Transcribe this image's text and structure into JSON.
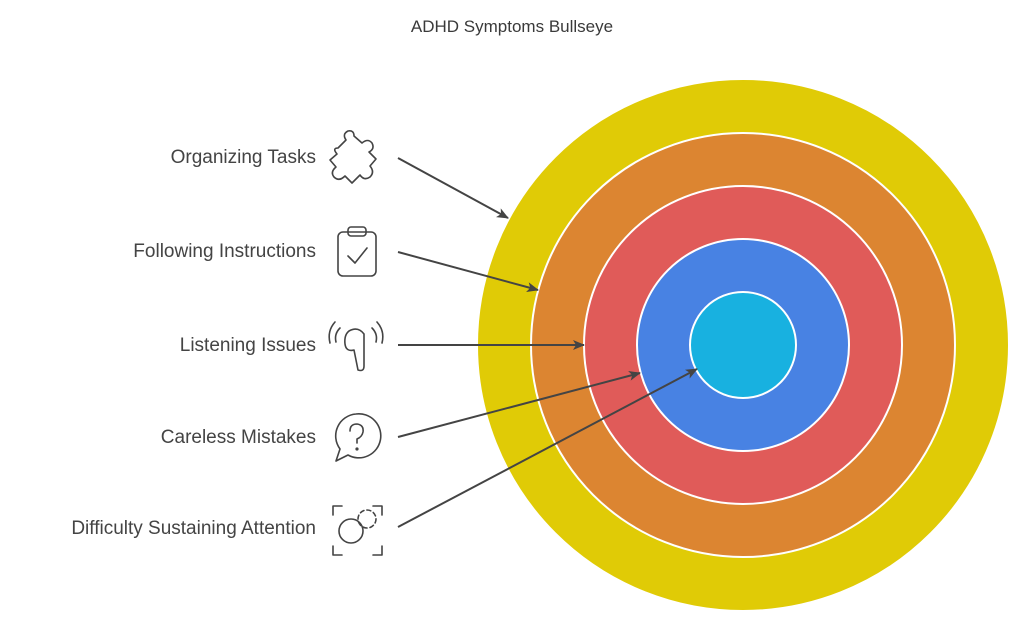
{
  "title": "ADHD Symptoms Bullseye",
  "rings": [
    {
      "color": "#E0CB06"
    },
    {
      "color": "#DC8531"
    },
    {
      "color": "#E05B59"
    },
    {
      "color": "#4882E3"
    },
    {
      "color": "#18B1E0"
    }
  ],
  "items": [
    {
      "label": "Organizing Tasks",
      "icon": "puzzle-piece-icon"
    },
    {
      "label": "Following Instructions",
      "icon": "clipboard-check-icon"
    },
    {
      "label": "Listening Issues",
      "icon": "earbud-sound-icon"
    },
    {
      "label": "Careless Mistakes",
      "icon": "question-bubble-icon"
    },
    {
      "label": "Difficulty Sustaining Attention",
      "icon": "focus-circles-icon"
    }
  ]
}
